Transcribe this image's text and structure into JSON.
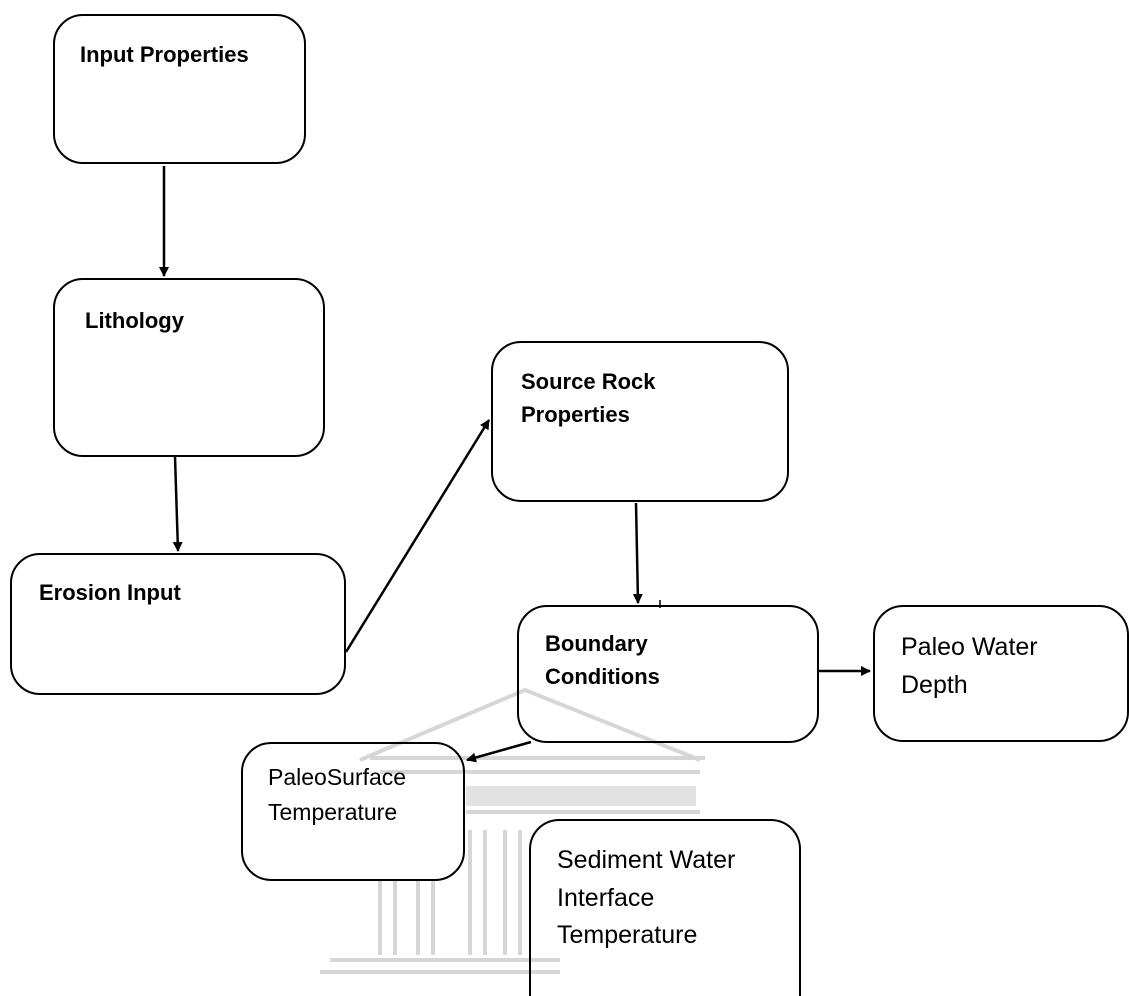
{
  "diagram": {
    "nodes": {
      "input_properties": "Input Properties",
      "lithology": "Lithology",
      "erosion_input": "Erosion Input",
      "source_rock_properties": "Source Rock Properties",
      "boundary_conditions": "Boundary Conditions",
      "paleo_water_depth": "Paleo Water Depth",
      "paleosurface_temperature": "PaleoSurface Temperature",
      "sediment_water_interface_temperature": "Sediment Water Interface Temperature"
    },
    "edges": [
      {
        "from": "input_properties",
        "to": "lithology"
      },
      {
        "from": "lithology",
        "to": "erosion_input"
      },
      {
        "from": "erosion_input",
        "to": "source_rock_properties"
      },
      {
        "from": "source_rock_properties",
        "to": "boundary_conditions"
      },
      {
        "from": "boundary_conditions",
        "to": "paleo_water_depth"
      },
      {
        "from": "boundary_conditions",
        "to": "paleosurface_temperature"
      }
    ],
    "colors": {
      "line": "#000000",
      "watermark": "#d9d9d9"
    }
  }
}
